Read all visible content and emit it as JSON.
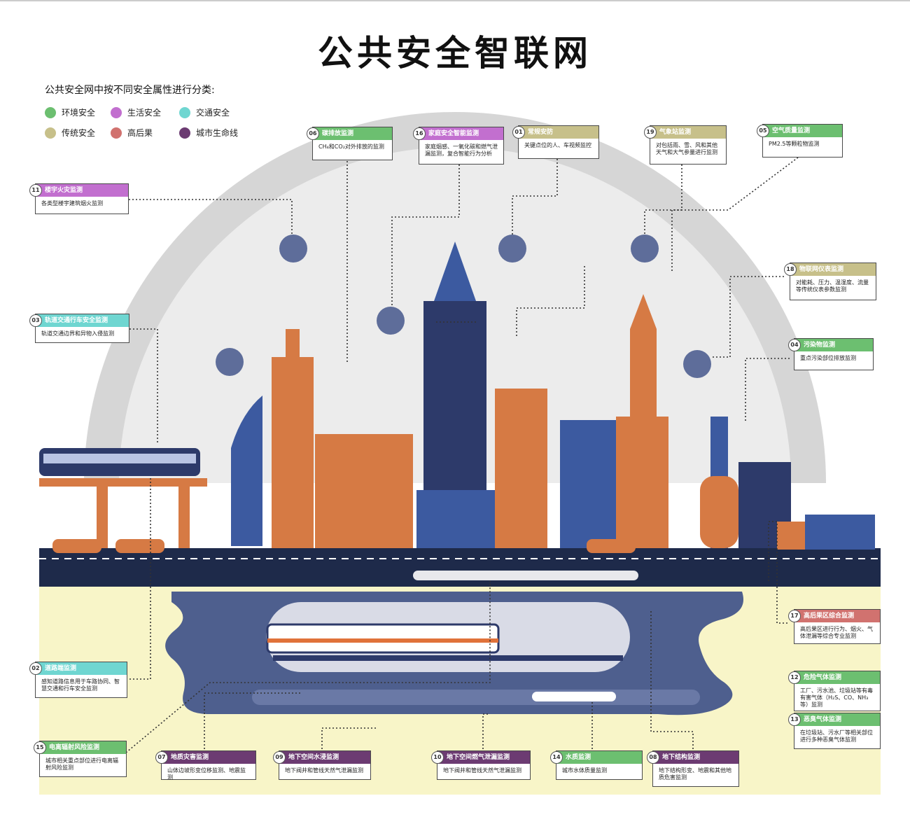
{
  "title": "公共安全智联网",
  "subtitle": "公共安全网中按不同安全属性进行分类:",
  "categories": {
    "env": {
      "label": "环境安全",
      "color": "#6cbf70"
    },
    "life": {
      "label": "生活安全",
      "color": "#c26fcf"
    },
    "traffic": {
      "label": "交通安全",
      "color": "#6fd6d1"
    },
    "trad": {
      "label": "传统安全",
      "color": "#c7c08a"
    },
    "high": {
      "label": "高后果",
      "color": "#d1726f"
    },
    "lifeline": {
      "label": "城市生命线",
      "color": "#6c3b72"
    }
  },
  "legend_order": [
    "env",
    "life",
    "traffic",
    "trad",
    "high",
    "lifeline"
  ],
  "boxes": [
    {
      "id": "b06",
      "num": "06",
      "title": "碳排放监测",
      "desc": "CH₄和CO₂对外排放的监测",
      "cat": "env"
    },
    {
      "id": "b16",
      "num": "16",
      "title": "家庭安全智能监测",
      "desc": "家庭烟感、一氧化碳和燃气泄漏监测，复合智能行为分析",
      "cat": "life"
    },
    {
      "id": "b01",
      "num": "01",
      "title": "常规安防",
      "desc": "关键点位的人、车视频监控",
      "cat": "trad"
    },
    {
      "id": "b19",
      "num": "19",
      "title": "气象站监测",
      "desc": "对包括雨、雪、风和其他天气和大气参量进行监测",
      "cat": "trad"
    },
    {
      "id": "b05",
      "num": "05",
      "title": "空气质量监测",
      "desc": "PM2.5等颗粒物监测",
      "cat": "env"
    },
    {
      "id": "b11",
      "num": "11",
      "title": "楼宇火灾监测",
      "desc": "各类型楼宇建筑烟火监测",
      "cat": "life"
    },
    {
      "id": "b18",
      "num": "18",
      "title": "物联网仪表监测",
      "desc": "对能耗、压力、温湿度、流量等传统仪表参数监测",
      "cat": "trad"
    },
    {
      "id": "b03",
      "num": "03",
      "title": "轨道交通行车安全监测",
      "desc": "轨道交通边界和异物入侵监测",
      "cat": "traffic"
    },
    {
      "id": "b04",
      "num": "04",
      "title": "污染物监测",
      "desc": "重点污染部位排放监测",
      "cat": "env"
    },
    {
      "id": "b17",
      "num": "17",
      "title": "高后果区综合监测",
      "desc": "高后果区进行行为、烟火、气体泄漏等综合专业监测",
      "cat": "high"
    },
    {
      "id": "b02",
      "num": "02",
      "title": "道路端监测",
      "desc": "感知道路信息用于车路协同、智慧交通和行车安全监测",
      "cat": "traffic"
    },
    {
      "id": "b12",
      "num": "12",
      "title": "危险气体监测",
      "desc": "工厂、污水池、垃圾站等有毒有害气体（H₂S、CO、NH₃等）监测",
      "cat": "env"
    },
    {
      "id": "b13",
      "num": "13",
      "title": "恶臭气体监测",
      "desc": "在垃圾站、污水厂等相关部位进行多种恶臭气体监测",
      "cat": "env"
    },
    {
      "id": "b15",
      "num": "15",
      "title": "电离辐射风险监测",
      "desc": "城市相关重点部位进行电离辐射风险监测",
      "cat": "env"
    },
    {
      "id": "b07",
      "num": "07",
      "title": "地质灾害监测",
      "desc": "山体边坡形变位移监测、地震监测",
      "cat": "lifeline"
    },
    {
      "id": "b09",
      "num": "09",
      "title": "地下空间水浸监测",
      "desc": "地下阀井和管线天然气泄漏监测",
      "cat": "lifeline"
    },
    {
      "id": "b10",
      "num": "10",
      "title": "地下空间燃气泄漏监测",
      "desc": "地下阀井和管线天然气泄漏监测",
      "cat": "lifeline"
    },
    {
      "id": "b14",
      "num": "14",
      "title": "水质监测",
      "desc": "城市水体质量监测",
      "cat": "env"
    },
    {
      "id": "b08",
      "num": "08",
      "title": "地下结构监测",
      "desc": "地下结构形变、地震和其他地质危害监测",
      "cat": "lifeline"
    }
  ]
}
